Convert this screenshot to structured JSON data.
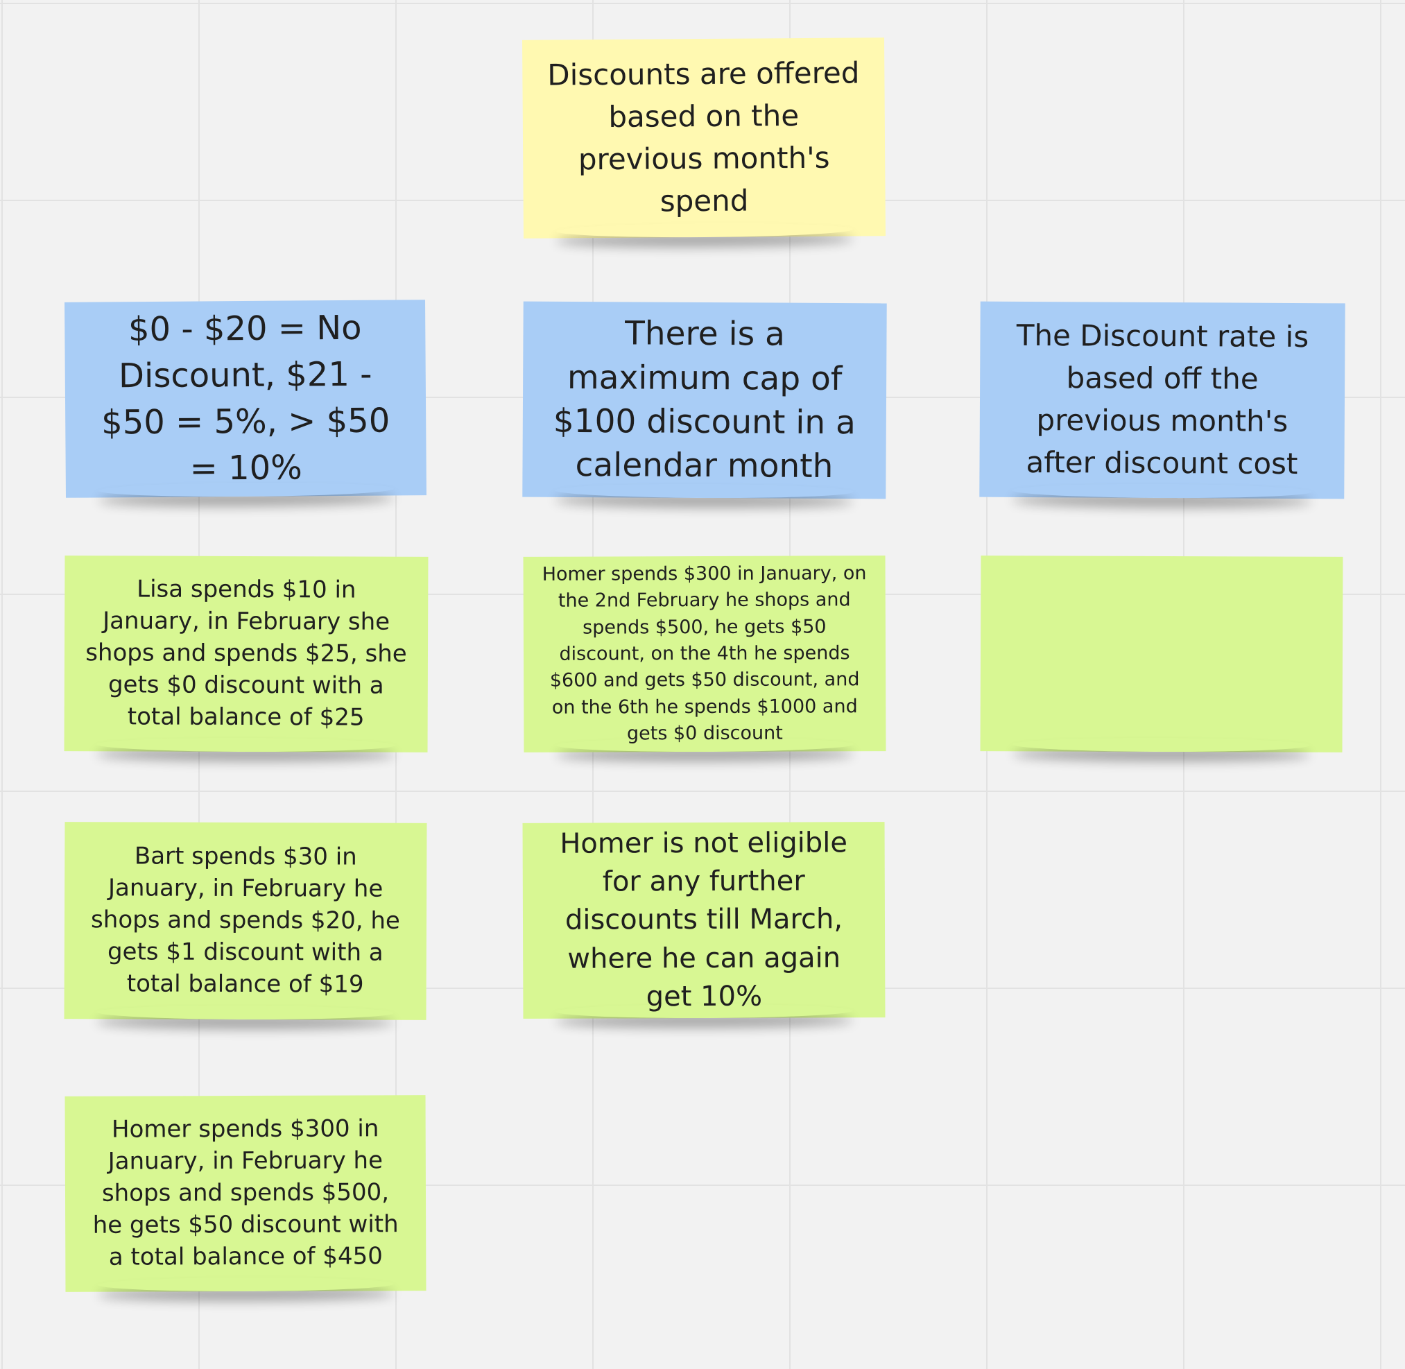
{
  "board": {
    "notes": [
      {
        "id": "header",
        "color": "yellow",
        "text": "Discounts are offered based on the previous month's spend"
      },
      {
        "id": "tiers",
        "color": "blue",
        "text": "$0 - $20 = No Discount, $21 - $50 = 5%, > $50 = 10%"
      },
      {
        "id": "cap",
        "color": "blue",
        "text": "There is a maximum cap of $100 discount in a calendar month"
      },
      {
        "id": "rate",
        "color": "blue",
        "text": "The Discount rate is based off the previous month's after discount cost"
      },
      {
        "id": "lisa",
        "color": "green",
        "text": "Lisa spends $10 in January, in February she shops and spends $25, she gets $0 discount with a total balance of $25"
      },
      {
        "id": "homer_feb",
        "color": "green",
        "text": "Homer spends $300 in January, on the 2nd February he shops and spends $500, he gets $50 discount, on the 4th he spends $600 and gets $50 discount, and on the 6th he spends $1000 and gets $0 discount"
      },
      {
        "id": "empty",
        "color": "green",
        "text": ""
      },
      {
        "id": "bart",
        "color": "green",
        "text": "Bart spends $30 in January, in February he shops and spends $20, he gets $1 discount with a total balance of $19"
      },
      {
        "id": "homer_march",
        "color": "green",
        "text": "Homer is not eligible for any further discounts till March, where he can again get 10%"
      },
      {
        "id": "homer_jan",
        "color": "green",
        "text": "Homer spends $300 in January, in February he shops and spends $500, he gets $50 discount with a total balance of $450"
      }
    ]
  },
  "colors": {
    "canvas_background": "#f2f2f2",
    "grid_line": "#e2e2e2",
    "sticky_yellow": "#fff9b1",
    "sticky_blue": "#a9cdf6",
    "sticky_green": "#d8f793",
    "text": "#1f1f1f"
  }
}
